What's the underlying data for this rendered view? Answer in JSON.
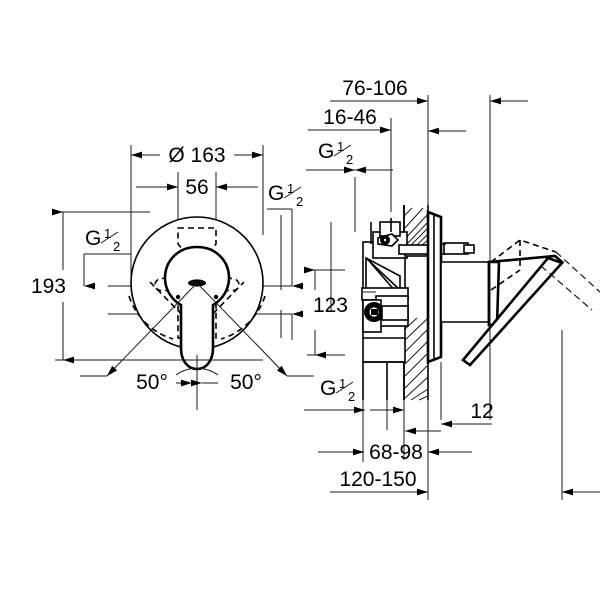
{
  "drawing": {
    "title": "Concealed single-lever bath/shower mixer — installation dimensions",
    "units": "mm",
    "views": [
      {
        "name": "front-view",
        "label": ""
      },
      {
        "name": "side-section-view",
        "label": ""
      }
    ],
    "colors": {
      "line": "#000000",
      "thin_line": "#1a1a1a",
      "background": "#ffffff"
    }
  },
  "front_view": {
    "dimensions": {
      "diameter": "Ø 163",
      "inner_width": "56",
      "height": "193",
      "thread_left": "G",
      "thread_left_num": "1",
      "thread_left_den": "2",
      "thread_right": "G",
      "thread_right_num": "1",
      "thread_right_den": "2",
      "angle_left": "50°",
      "angle_right": "50°"
    }
  },
  "side_view": {
    "dimensions": {
      "depth_total": "76-106",
      "depth_inner": "16-46",
      "thread_top": "G",
      "thread_top_num": "1",
      "thread_top_den": "2",
      "thread_bottom": "G",
      "thread_bottom_num": "1",
      "thread_bottom_den": "2",
      "height_axis": "123",
      "plate_thickness": "12",
      "span_mid": "68-98",
      "span_outer": "120-150"
    }
  },
  "labels": {
    "diameter_symbol": "Ø",
    "degree_symbol": "°"
  }
}
